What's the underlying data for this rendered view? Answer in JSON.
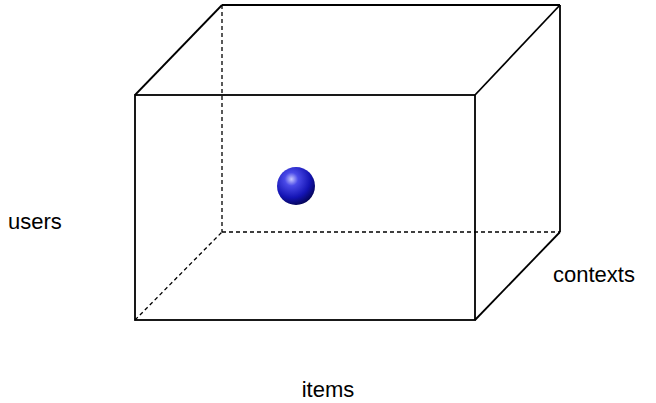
{
  "diagram": {
    "labels": [
      "users",
      "items",
      "contexts"
    ]
  }
}
